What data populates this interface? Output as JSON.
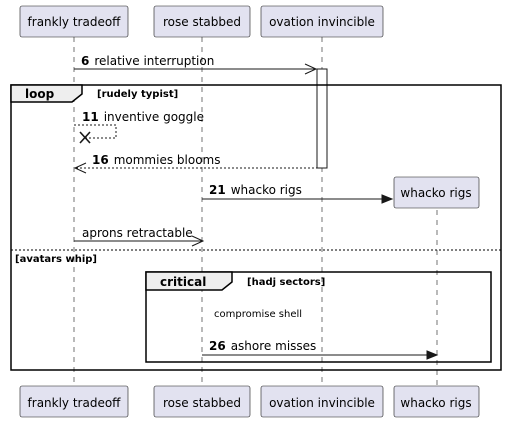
{
  "participants": {
    "frankly": "frankly tradeoff",
    "rose": "rose stabbed",
    "ovation": "ovation invincible",
    "whacko": "whacko rigs"
  },
  "messages": {
    "m6": {
      "num": "6",
      "text": "relative interruption"
    },
    "m11": {
      "num": "11",
      "text": "inventive goggle"
    },
    "m16": {
      "num": "16",
      "text": "mommies blooms"
    },
    "m21": {
      "num": "21",
      "text": "whacko rigs"
    },
    "m_aprons": {
      "num": "",
      "text": "aprons retractable"
    },
    "m_comp": {
      "num": "",
      "text": "compromise shell"
    },
    "m26": {
      "num": "26",
      "text": "ashore misses"
    }
  },
  "fragments": {
    "loop": {
      "keyword": "loop",
      "guard": "[rudely typist]",
      "else_guard": "[avatars whip]"
    },
    "critical": {
      "keyword": "critical",
      "guard": "[hadj sectors]"
    }
  },
  "colors": {
    "participant_fill": "#e2e2f0",
    "participant_border": "#181818",
    "frame_fill": "#eeeeee",
    "lifeline": "#181818"
  }
}
